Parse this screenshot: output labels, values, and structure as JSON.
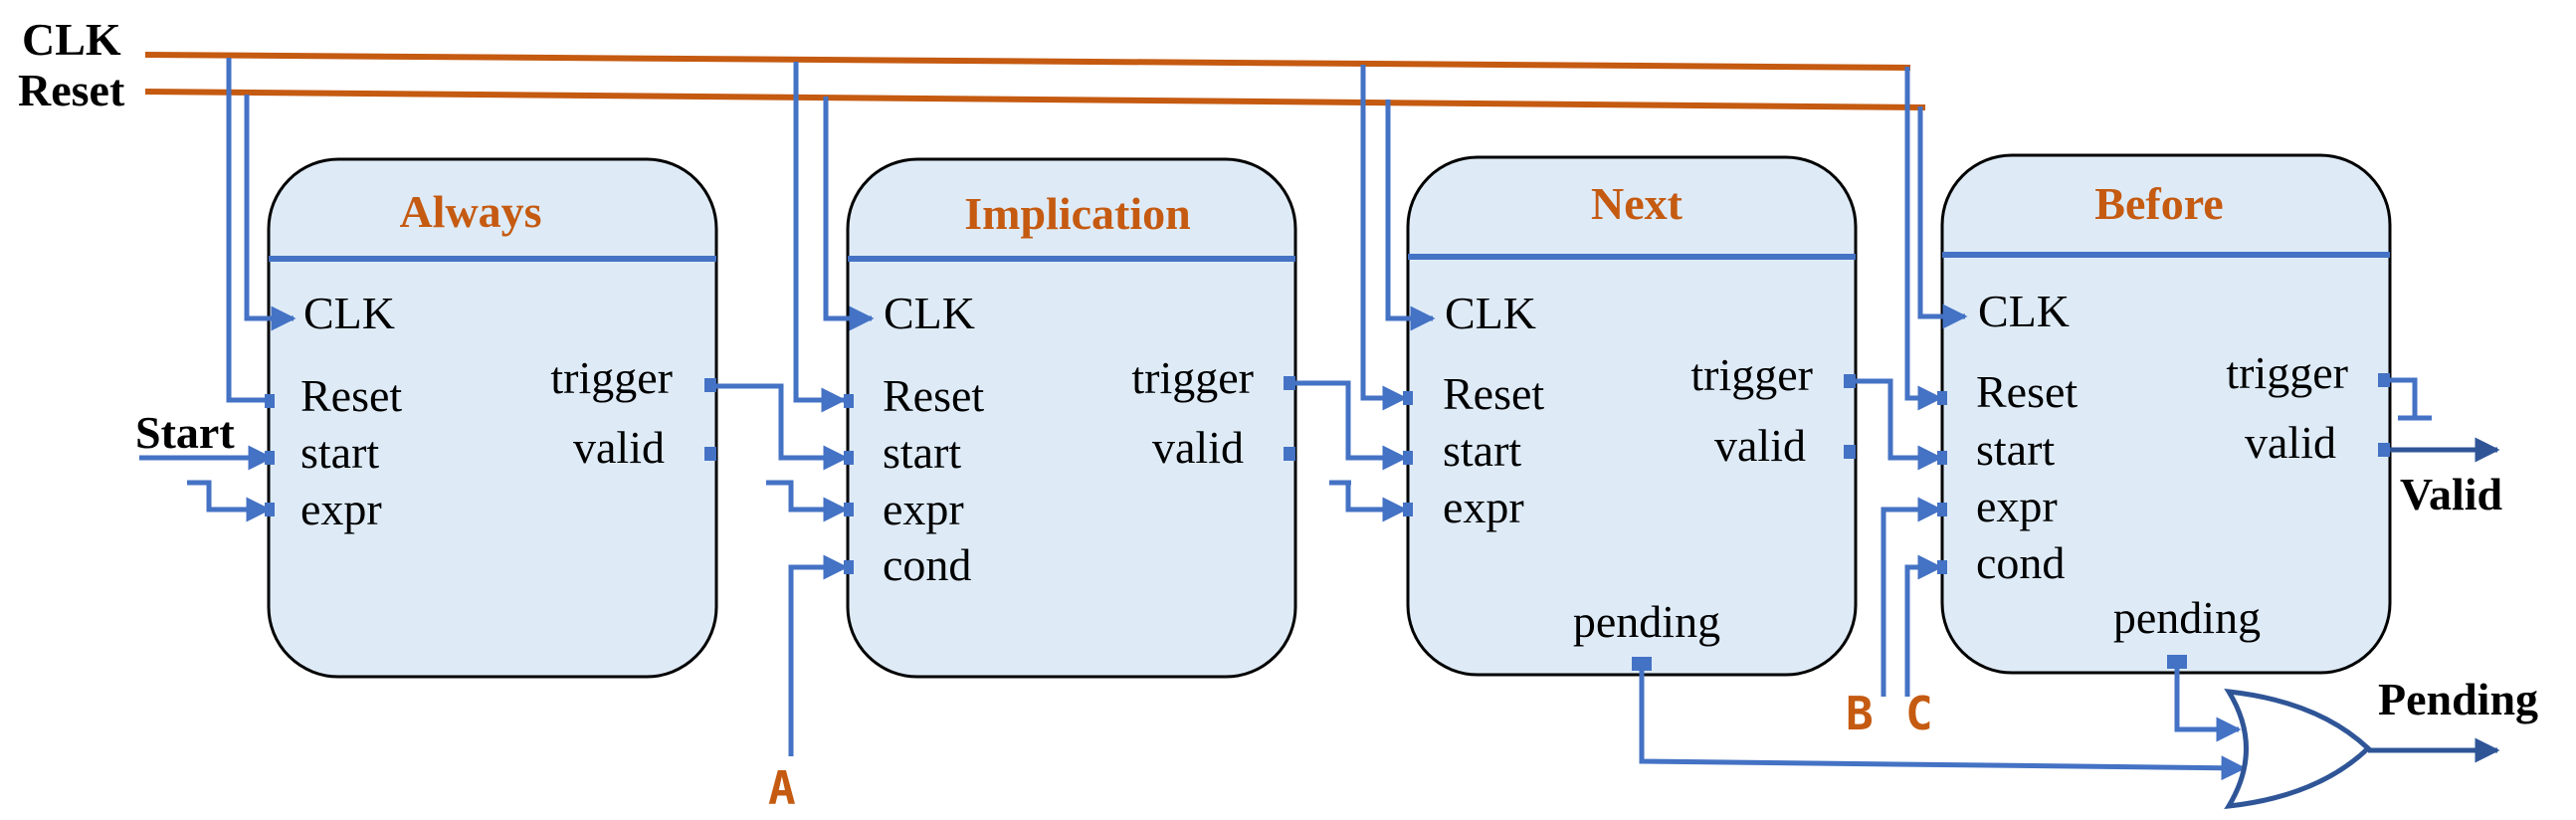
{
  "colors": {
    "wire": "#4472C4",
    "clock_reset": "#C55A11",
    "box_fill": "#DEEBF7",
    "box_stroke": "#000000",
    "title": "#C55A11",
    "gate_stroke": "#2F5597"
  },
  "inputs": {
    "clk": "CLK",
    "reset": "Reset",
    "start": "Start",
    "a": "A",
    "b": "B",
    "c": "C"
  },
  "outputs": {
    "valid": "Valid",
    "pending": "Pending"
  },
  "blocks": [
    {
      "title": "Always",
      "ports_left": [
        "CLK",
        "Reset",
        "start",
        "expr"
      ],
      "ports_right": [
        "trigger",
        "valid"
      ]
    },
    {
      "title": "Implication",
      "ports_left": [
        "CLK",
        "Reset",
        "start",
        "expr",
        "cond"
      ],
      "ports_right": [
        "trigger",
        "valid"
      ]
    },
    {
      "title": "Next",
      "ports_left": [
        "CLK",
        "Reset",
        "start",
        "expr"
      ],
      "ports_right": [
        "trigger",
        "valid"
      ],
      "ports_bottom": [
        "pending"
      ]
    },
    {
      "title": "Before",
      "ports_left": [
        "CLK",
        "Reset",
        "start",
        "expr",
        "cond"
      ],
      "ports_right": [
        "trigger",
        "valid"
      ],
      "ports_bottom": [
        "pending"
      ]
    }
  ],
  "gate": {
    "type": "or-gate-icon"
  }
}
